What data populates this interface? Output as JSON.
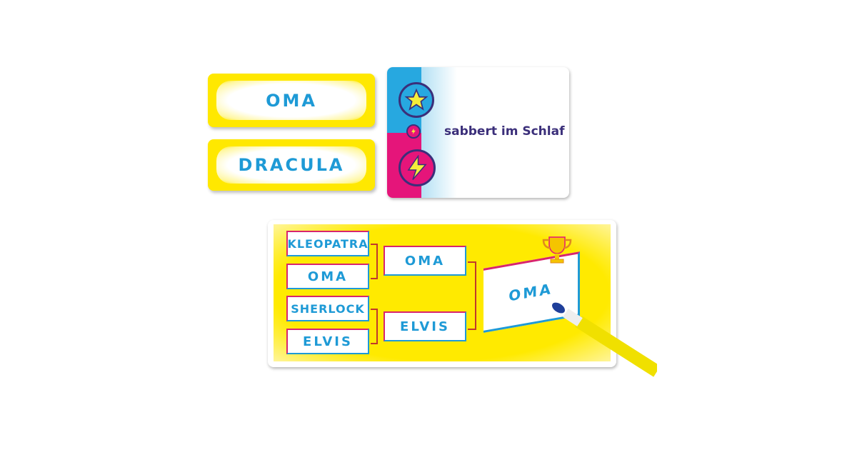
{
  "name_cards": [
    "OMA",
    "DRACULA"
  ],
  "trait_card": {
    "text": "sabbert im Schlaf",
    "icons": [
      "star-icon",
      "lightning-icon"
    ]
  },
  "bracket": {
    "round1": [
      "KLEOPATRA",
      "OMA",
      "SHERLOCK",
      "ELVIS"
    ],
    "round2": [
      "OMA",
      "ELVIS"
    ],
    "winner": "OMA"
  },
  "colors": {
    "yellow": "#ffe800",
    "blue": "#1e9ad6",
    "pink": "#e5157a",
    "cyan": "#27a8e0",
    "purple": "#3b2f7a"
  }
}
